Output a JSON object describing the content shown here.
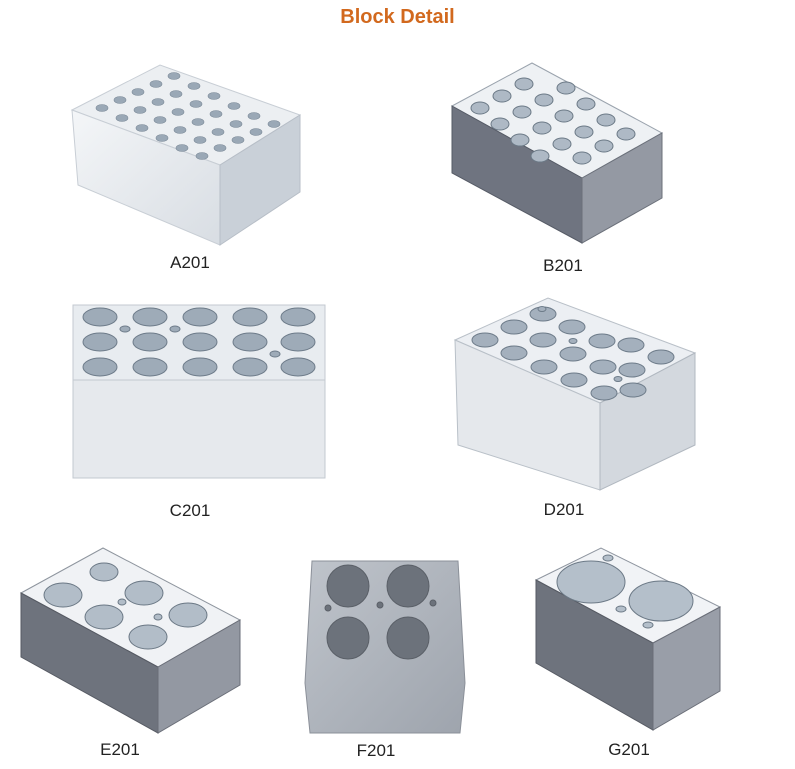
{
  "title": "Block Detail",
  "title_color": "#d2691e",
  "blocks": [
    {
      "label": "A201",
      "icon": "block-a201-image"
    },
    {
      "label": "B201",
      "icon": "block-b201-image"
    },
    {
      "label": "C201",
      "icon": "block-c201-image"
    },
    {
      "label": "D201",
      "icon": "block-d201-image"
    },
    {
      "label": "E201",
      "icon": "block-e201-image"
    },
    {
      "label": "F201",
      "icon": "block-f201-image"
    },
    {
      "label": "G201",
      "icon": "block-g201-image"
    }
  ]
}
